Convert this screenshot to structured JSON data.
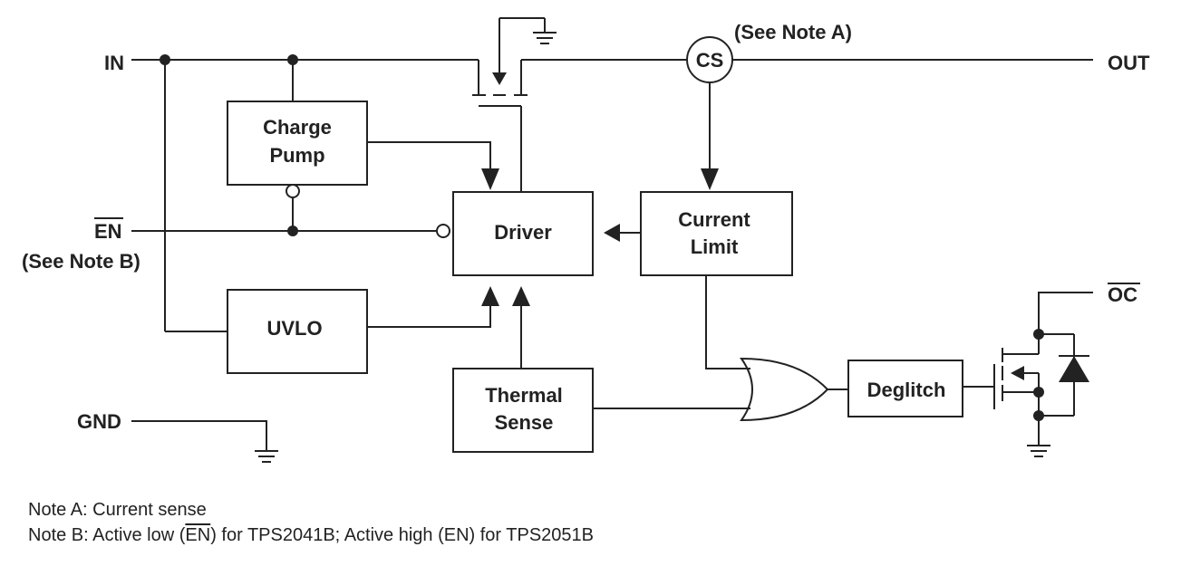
{
  "pins": {
    "in": "IN",
    "out": "OUT",
    "en": "EN",
    "en_note": "(See Note B)",
    "gnd": "GND",
    "oc": "OC"
  },
  "current_sense": {
    "label": "CS",
    "note": "(See Note A)"
  },
  "blocks": {
    "charge_pump_line1": "Charge",
    "charge_pump_line2": "Pump",
    "driver": "Driver",
    "current_limit_line1": "Current",
    "current_limit_line2": "Limit",
    "uvlo": "UVLO",
    "thermal_sense_line1": "Thermal",
    "thermal_sense_line2": "Sense",
    "deglitch": "Deglitch"
  },
  "notes": {
    "note_a": "Note A: Current sense",
    "note_b_prefix": "Note B: Active low (",
    "note_b_en": "EN",
    "note_b_suffix": ") for TPS2041B; Active high (EN) for TPS2051B"
  }
}
